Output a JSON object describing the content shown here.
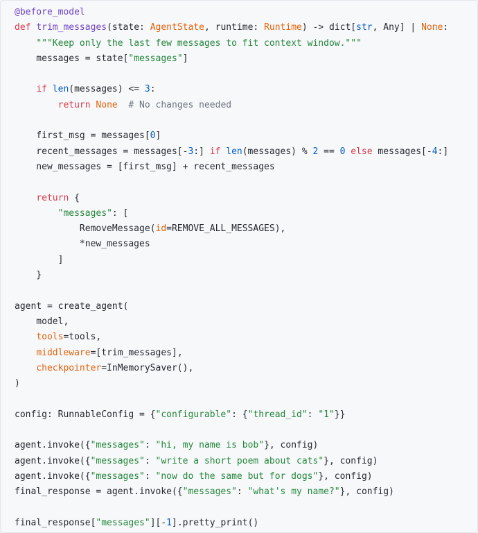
{
  "code_view": {
    "language": "python",
    "colors": {
      "background": "#f7f8fa",
      "keyword": "#d73a49",
      "function": "#6f42c1",
      "builtin": "#005cc5",
      "string": "#22863a",
      "number": "#005cc5",
      "comment": "#6a737d",
      "kwarg": "#e36209",
      "text": "#24292e"
    },
    "lines": [
      [
        [
          "dec",
          "@before_model"
        ]
      ],
      [
        [
          "kw",
          "def "
        ],
        [
          "def",
          "trim_messages"
        ],
        [
          "text",
          "(state: "
        ],
        [
          "kwarg",
          "AgentState"
        ],
        [
          "text",
          ", runtime: "
        ],
        [
          "kwarg",
          "Runtime"
        ],
        [
          "text",
          ") -> dict["
        ],
        [
          "bi",
          "str"
        ],
        [
          "text",
          ", Any] | "
        ],
        [
          "kwarg",
          "None"
        ],
        [
          "text",
          ":"
        ]
      ],
      [
        [
          "text",
          "    "
        ],
        [
          "str",
          "\"\"\"Keep only the last few messages to fit context window.\"\"\""
        ]
      ],
      [
        [
          "text",
          "    messages = state["
        ],
        [
          "str",
          "\"messages\""
        ],
        [
          "text",
          "]"
        ]
      ],
      [],
      [
        [
          "text",
          "    "
        ],
        [
          "kw",
          "if "
        ],
        [
          "bi",
          "len"
        ],
        [
          "text",
          "(messages) <= "
        ],
        [
          "num",
          "3"
        ],
        [
          "text",
          ":"
        ]
      ],
      [
        [
          "text",
          "        "
        ],
        [
          "kw",
          "return "
        ],
        [
          "kwarg",
          "None"
        ],
        [
          "text",
          "  "
        ],
        [
          "com",
          "# No changes needed"
        ]
      ],
      [],
      [
        [
          "text",
          "    first_msg = messages["
        ],
        [
          "num",
          "0"
        ],
        [
          "text",
          "]"
        ]
      ],
      [
        [
          "text",
          "    recent_messages = messages[-"
        ],
        [
          "num",
          "3"
        ],
        [
          "text",
          ":] "
        ],
        [
          "kw",
          "if "
        ],
        [
          "bi",
          "len"
        ],
        [
          "text",
          "(messages) % "
        ],
        [
          "num",
          "2"
        ],
        [
          "text",
          " == "
        ],
        [
          "num",
          "0"
        ],
        [
          "kw",
          " else "
        ],
        [
          "text",
          "messages[-"
        ],
        [
          "num",
          "4"
        ],
        [
          "text",
          ":]"
        ]
      ],
      [
        [
          "text",
          "    new_messages = [first_msg] + recent_messages"
        ]
      ],
      [],
      [
        [
          "text",
          "    "
        ],
        [
          "kw",
          "return "
        ],
        [
          "text",
          "{"
        ]
      ],
      [
        [
          "text",
          "        "
        ],
        [
          "str",
          "\"messages\""
        ],
        [
          "text",
          ": ["
        ]
      ],
      [
        [
          "text",
          "            RemoveMessage("
        ],
        [
          "kwarg",
          "id"
        ],
        [
          "text",
          "=REMOVE_ALL_MESSAGES),"
        ]
      ],
      [
        [
          "text",
          "            *new_messages"
        ]
      ],
      [
        [
          "text",
          "        ]"
        ]
      ],
      [
        [
          "text",
          "    }"
        ]
      ],
      [],
      [
        [
          "text",
          "agent = create_agent("
        ]
      ],
      [
        [
          "text",
          "    model,"
        ]
      ],
      [
        [
          "text",
          "    "
        ],
        [
          "kwarg",
          "tools"
        ],
        [
          "text",
          "=tools,"
        ]
      ],
      [
        [
          "text",
          "    "
        ],
        [
          "kwarg",
          "middleware"
        ],
        [
          "text",
          "=[trim_messages],"
        ]
      ],
      [
        [
          "text",
          "    "
        ],
        [
          "kwarg",
          "checkpointer"
        ],
        [
          "text",
          "=InMemorySaver(),"
        ]
      ],
      [
        [
          "text",
          ")"
        ]
      ],
      [],
      [
        [
          "text",
          "config: RunnableConfig = {"
        ],
        [
          "str",
          "\"configurable\""
        ],
        [
          "text",
          ": {"
        ],
        [
          "str",
          "\"thread_id\""
        ],
        [
          "text",
          ": "
        ],
        [
          "str",
          "\"1\""
        ],
        [
          "text",
          "}}"
        ]
      ],
      [],
      [
        [
          "text",
          "agent.invoke({"
        ],
        [
          "str",
          "\"messages\""
        ],
        [
          "text",
          ": "
        ],
        [
          "str",
          "\"hi, my name is bob\""
        ],
        [
          "text",
          "}, config)"
        ]
      ],
      [
        [
          "text",
          "agent.invoke({"
        ],
        [
          "str",
          "\"messages\""
        ],
        [
          "text",
          ": "
        ],
        [
          "str",
          "\"write a short poem about cats\""
        ],
        [
          "text",
          "}, config)"
        ]
      ],
      [
        [
          "text",
          "agent.invoke({"
        ],
        [
          "str",
          "\"messages\""
        ],
        [
          "text",
          ": "
        ],
        [
          "str",
          "\"now do the same but for dogs\""
        ],
        [
          "text",
          "}, config)"
        ]
      ],
      [
        [
          "text",
          "final_response = agent.invoke({"
        ],
        [
          "str",
          "\"messages\""
        ],
        [
          "text",
          ": "
        ],
        [
          "str",
          "\"what's my name?\""
        ],
        [
          "text",
          "}, config)"
        ]
      ],
      [],
      [
        [
          "text",
          "final_response["
        ],
        [
          "str",
          "\"messages\""
        ],
        [
          "text",
          "][-"
        ],
        [
          "num",
          "1"
        ],
        [
          "text",
          "].pretty_print()"
        ]
      ]
    ]
  }
}
